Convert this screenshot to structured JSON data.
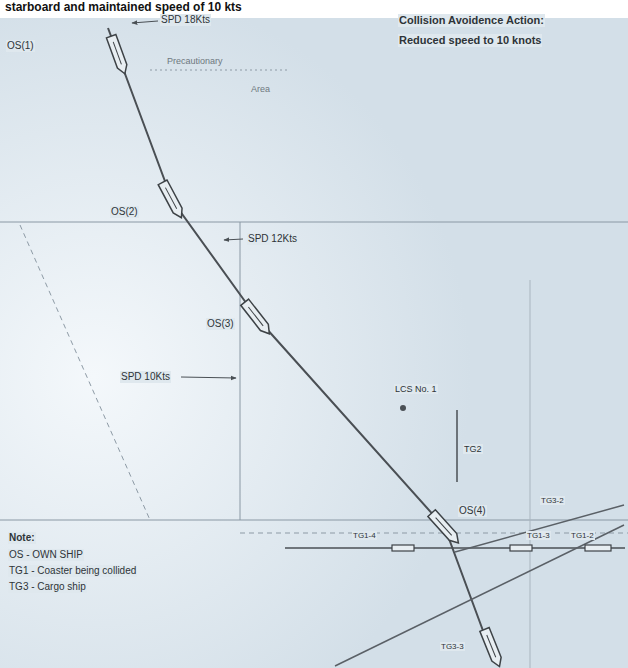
{
  "diagram": {
    "labels": [
      "starboard and maintained speed of 10 kts",
      "OS(1)",
      "SPD 18Kts",
      "Precautionary",
      "Area",
      "Collision Avoidence Action:",
      "Reduced speed to 10 knots",
      "OS(2)",
      "SPD 12Kts",
      "OS(3)",
      "SPD 10Kts",
      "LCS No. 1",
      "TG2",
      "Note:",
      "OS - OWN SHIP",
      "TG1 - Coaster being collided",
      "TG3 - Cargo ship",
      "OS(4)",
      "TG3-2",
      "TG1-4",
      "TG1-3",
      "TG1-2",
      "TG3-3"
    ]
  }
}
